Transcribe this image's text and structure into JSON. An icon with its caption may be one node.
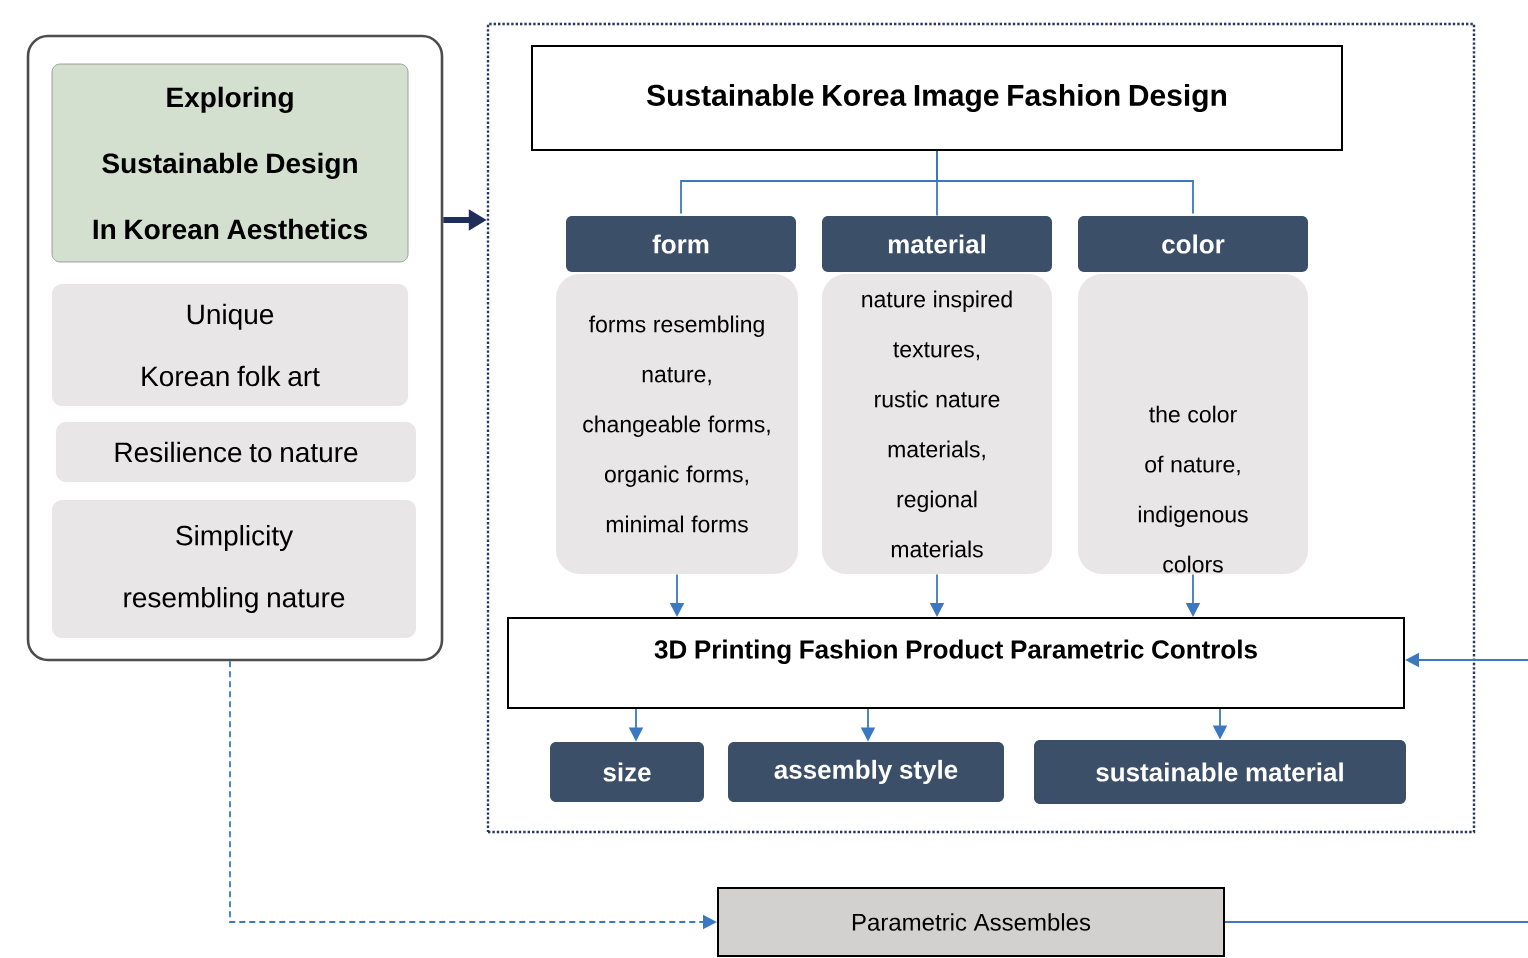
{
  "diagram": {
    "nodes": [
      {
        "text": [],
        "shape": "box"
      },
      {
        "text": [
          "Exploring Sustainable Design In Korean Aesthetics"
        ],
        "in": 0
      },
      {
        "text": [
          "Unique Korean folk art"
        ],
        "in": 0
      },
      {
        "text": [
          "Resilience to nature"
        ],
        "in": 0
      },
      {
        "text": [
          "Simplicity resembling nature"
        ],
        "in": 0
      },
      {
        "text": [],
        "shape": "box"
      },
      {
        "text": [
          "Sustainable Korea Image Fashion Design"
        ],
        "in": 5
      },
      {
        "text": [
          "form"
        ],
        "in": 5
      },
      {
        "text": [
          "forms resembling nature, changeable forms, organic forms, minimal forms"
        ],
        "in": 5
      },
      {
        "text": [
          "material"
        ],
        "in": 5
      },
      {
        "text": [
          "nature inspired textures, rustic nature materials, regional materials"
        ],
        "in": 5
      },
      {
        "text": [
          "color"
        ],
        "in": 5
      },
      {
        "text": [
          "the color of nature, indigenous colors"
        ],
        "in": 5
      },
      {
        "text": [
          "3D Printing Fashion Product Parametric Controls"
        ],
        "in": 5
      },
      {
        "text": [
          "size"
        ],
        "in": 5
      },
      {
        "text": [
          "assembly style"
        ],
        "in": 5
      },
      {
        "text": [
          "sustainable material"
        ],
        "in": 5
      },
      {
        "text": [
          "Parametric Assembles"
        ]
      }
    ],
    "edges": [
      {
        "from": 0,
        "to": 5,
        "arrow": "to",
        "style": "thick",
        "color": "#1f2d5a"
      },
      {
        "from": 6,
        "to": 7,
        "arrow": "none"
      },
      {
        "from": 6,
        "to": 9,
        "arrow": "none"
      },
      {
        "from": 6,
        "to": 11,
        "arrow": "none"
      },
      {
        "from": 8,
        "to": 13,
        "arrow": "to"
      },
      {
        "from": 10,
        "to": 13,
        "arrow": "to"
      },
      {
        "from": 12,
        "to": 13,
        "arrow": "to"
      },
      {
        "from": 13,
        "to": 14,
        "arrow": "to"
      },
      {
        "from": 13,
        "to": 15,
        "arrow": "to"
      },
      {
        "from": 13,
        "to": 16,
        "arrow": "to"
      },
      {
        "from": null,
        "to": 13,
        "arrow": "to"
      },
      {
        "from": 0,
        "to": 17,
        "arrow": "to",
        "style": "dashed"
      },
      {
        "from": 17,
        "to": null,
        "arrow": "none"
      }
    ]
  }
}
